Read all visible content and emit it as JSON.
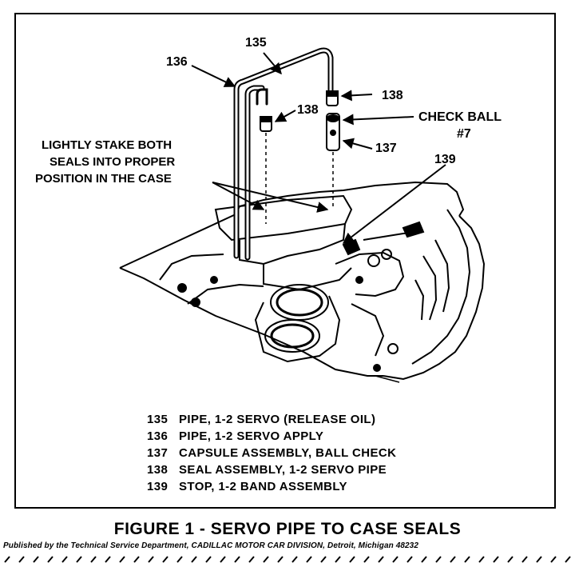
{
  "callouts": {
    "c135": "135",
    "c136": "136",
    "c138a": "138",
    "c138b": "138",
    "c137": "137",
    "c139": "139",
    "check_ball_line1": "CHECK BALL",
    "check_ball_line2": "#7"
  },
  "note": {
    "line1": "LIGHTLY STAKE BOTH",
    "line2": "SEALS INTO PROPER",
    "line3": "POSITION IN THE CASE"
  },
  "legend": [
    {
      "num": "135",
      "text": "PIPE, 1-2 SERVO (RELEASE OIL)"
    },
    {
      "num": "136",
      "text": "PIPE, 1-2 SERVO APPLY"
    },
    {
      "num": "137",
      "text": "CAPSULE ASSEMBLY, BALL CHECK"
    },
    {
      "num": "138",
      "text": "SEAL ASSEMBLY, 1-2 SERVO PIPE"
    },
    {
      "num": "139",
      "text": "STOP, 1-2 BAND ASSEMBLY"
    }
  ],
  "caption": "FIGURE 1 - SERVO PIPE TO CASE SEALS",
  "publisher": "Published by the Technical Service Department, CADILLAC MOTOR CAR DIVISION, Detroit, Michigan 48232"
}
